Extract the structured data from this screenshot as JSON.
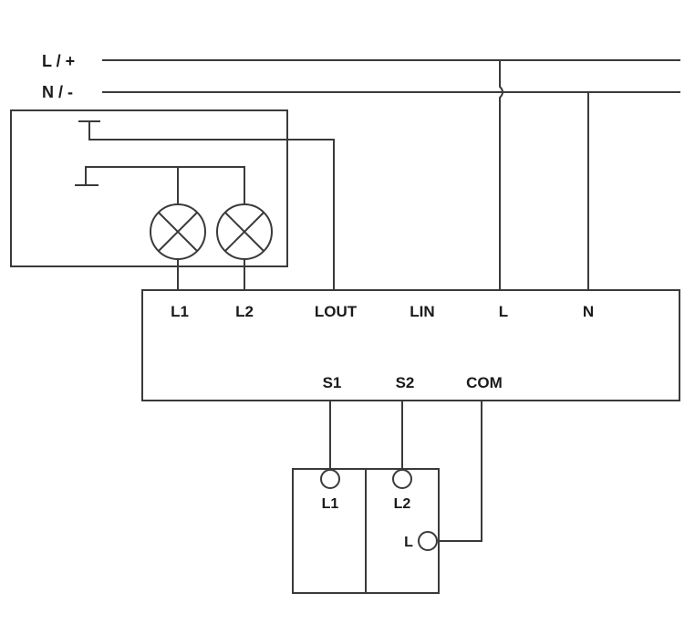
{
  "supply": {
    "line_label": "L / +",
    "neutral_label": "N / -"
  },
  "module_terminals": {
    "top": [
      "L1",
      "L2",
      "LOUT",
      "LIN",
      "L",
      "N"
    ],
    "bottom": [
      "S1",
      "S2",
      "COM"
    ]
  },
  "switch_terminals": [
    "L1",
    "L2",
    "L"
  ],
  "colors": {
    "line": "#3a3a3a",
    "text": "#1a1a1a",
    "background": "#ffffff"
  }
}
